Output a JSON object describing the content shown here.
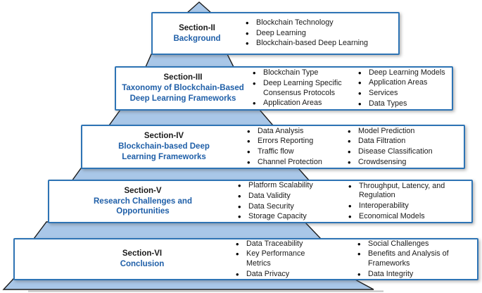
{
  "figure": {
    "type": "pyramid-section-overview",
    "description": "Stepped pyramid diagram mapping paper sections to their topics"
  },
  "colors": {
    "pyramid_fill": "#A9C7E8",
    "pyramid_stroke": "#1c1c1c",
    "box_border": "#2E74B5",
    "subtitle_blue": "#1F5FA8",
    "text": "#1a1a1a",
    "bg": "#ffffff"
  },
  "sections": [
    {
      "number": "Section-II",
      "title": "Background",
      "columns": [
        [
          "Blockchain Technology",
          "Deep Learning",
          "Blockchain-based Deep Learning"
        ]
      ]
    },
    {
      "number": "Section-III",
      "title": "Taxonomy of Blockchain-Based Deep Learning Frameworks",
      "columns": [
        [
          "Blockchain Type",
          "Deep Learning Specific Consensus Protocols",
          "Application Areas"
        ],
        [
          "Deep Learning Models",
          "Application Areas",
          "Services",
          "Data Types"
        ]
      ]
    },
    {
      "number": "Section-IV",
      "title": "Blockchain-based Deep Learning Frameworks",
      "columns": [
        [
          "Data Analysis",
          "Errors Reporting",
          "Traffic flow",
          "Channel Protection"
        ],
        [
          "Model Prediction",
          "Data Filtration",
          "Disease Classification",
          "Crowdsensing"
        ]
      ]
    },
    {
      "number": "Section-V",
      "title": "Research Challenges and Opportunities",
      "columns": [
        [
          "Platform Scalability",
          "Data Validity",
          "Data Security",
          "Storage Capacity"
        ],
        [
          "Throughput, Latency, and Regulation",
          "Interoperability",
          "Economical Models"
        ]
      ]
    },
    {
      "number": "Section-VI",
      "title": "Conclusion",
      "columns": [
        [
          "Data Traceability",
          "Key Performance Metrics",
          "Data Privacy"
        ],
        [
          "Social Challenges",
          "Benefits and Analysis of Frameworks",
          "Data Integrity"
        ]
      ]
    }
  ]
}
